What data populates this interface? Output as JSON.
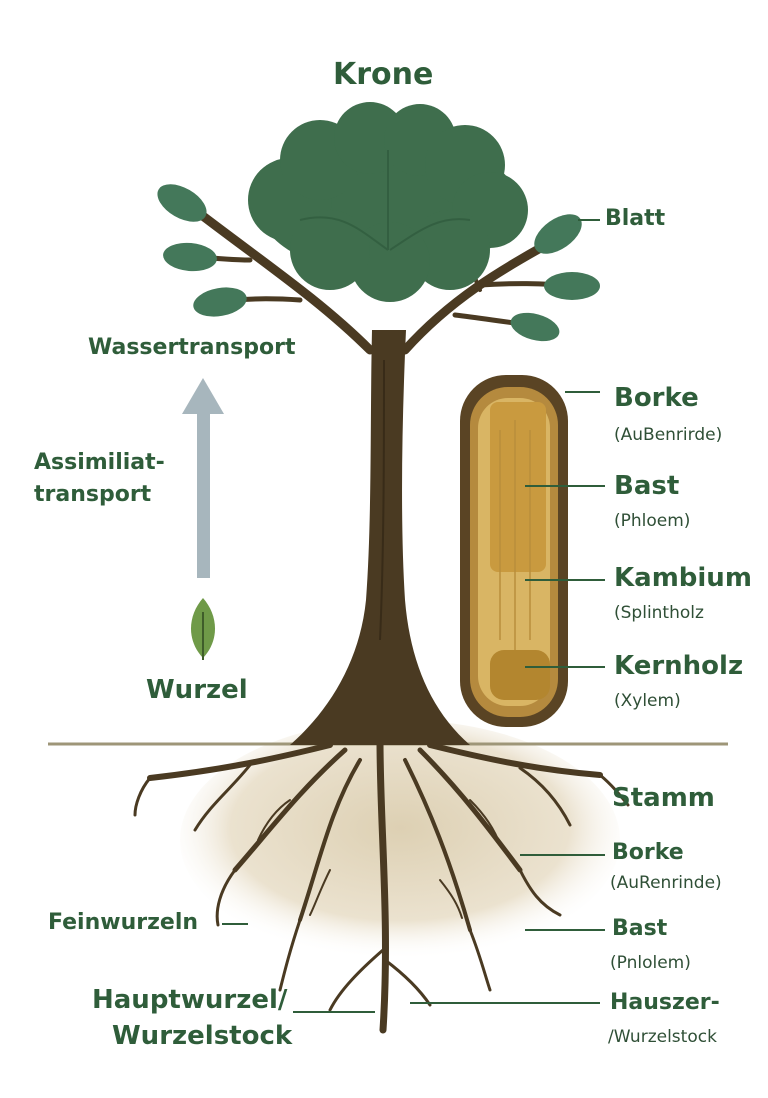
{
  "title": "Krone",
  "labels": {
    "blatt": "Blatt",
    "wassertransport": "Wassertransport",
    "assimilat": [
      "Assimiliat-",
      "transport"
    ],
    "wurzel": "Wurzel",
    "stamm": "Stamm",
    "feinwurzeln": "Feinwurzeln",
    "hauptwurzel": [
      "Hauptwurzel/",
      "Wurzelstock"
    ]
  },
  "trunk_section": [
    {
      "name": "Borke",
      "detail": "(AuBenrirde)"
    },
    {
      "name": "Bast",
      "detail": "(Phloem)"
    },
    {
      "name": "Kambium",
      "detail": "(Splintholz"
    },
    {
      "name": "Kernholz",
      "detail": "(Xylem)"
    }
  ],
  "root_section": [
    {
      "name": "Borke",
      "detail": "(AuRenrinde)"
    },
    {
      "name": "Bast",
      "detail": "(Pnlolem)"
    },
    {
      "name": "Hauszer-",
      "detail": "/Wurzelstock"
    }
  ],
  "colors": {
    "text": "#2f5d3a",
    "foliage": "#3f6e4d",
    "leaf": "#44785a",
    "trunk": "#4a3a22",
    "arrow": "#a7b6bd",
    "sprout": "#6f9a48",
    "ground": "#9e9678",
    "soil": "#e6dcc6",
    "bark": "#5a4424",
    "bast": "#b58a3e",
    "cambium": "#d9b564",
    "heartwood": "#c99a3f"
  }
}
